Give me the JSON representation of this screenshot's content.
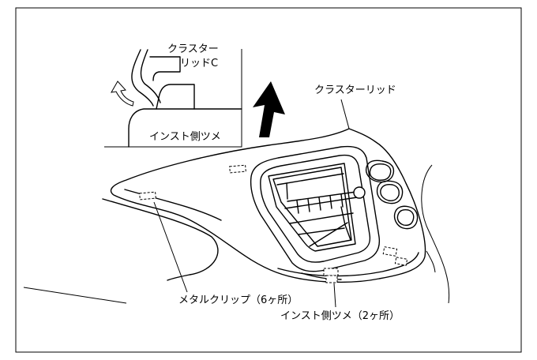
{
  "labels": {
    "cluster_lid_c_line1": "クラスター",
    "cluster_lid_c_line2": "リッドC",
    "inset_claw": "インスト側ツメ",
    "cluster_lid": "クラスターリッド",
    "metal_clip": "メタルクリップ（6ヶ所）",
    "inst_claw_count": "インスト側ツメ（2ヶ所）"
  }
}
